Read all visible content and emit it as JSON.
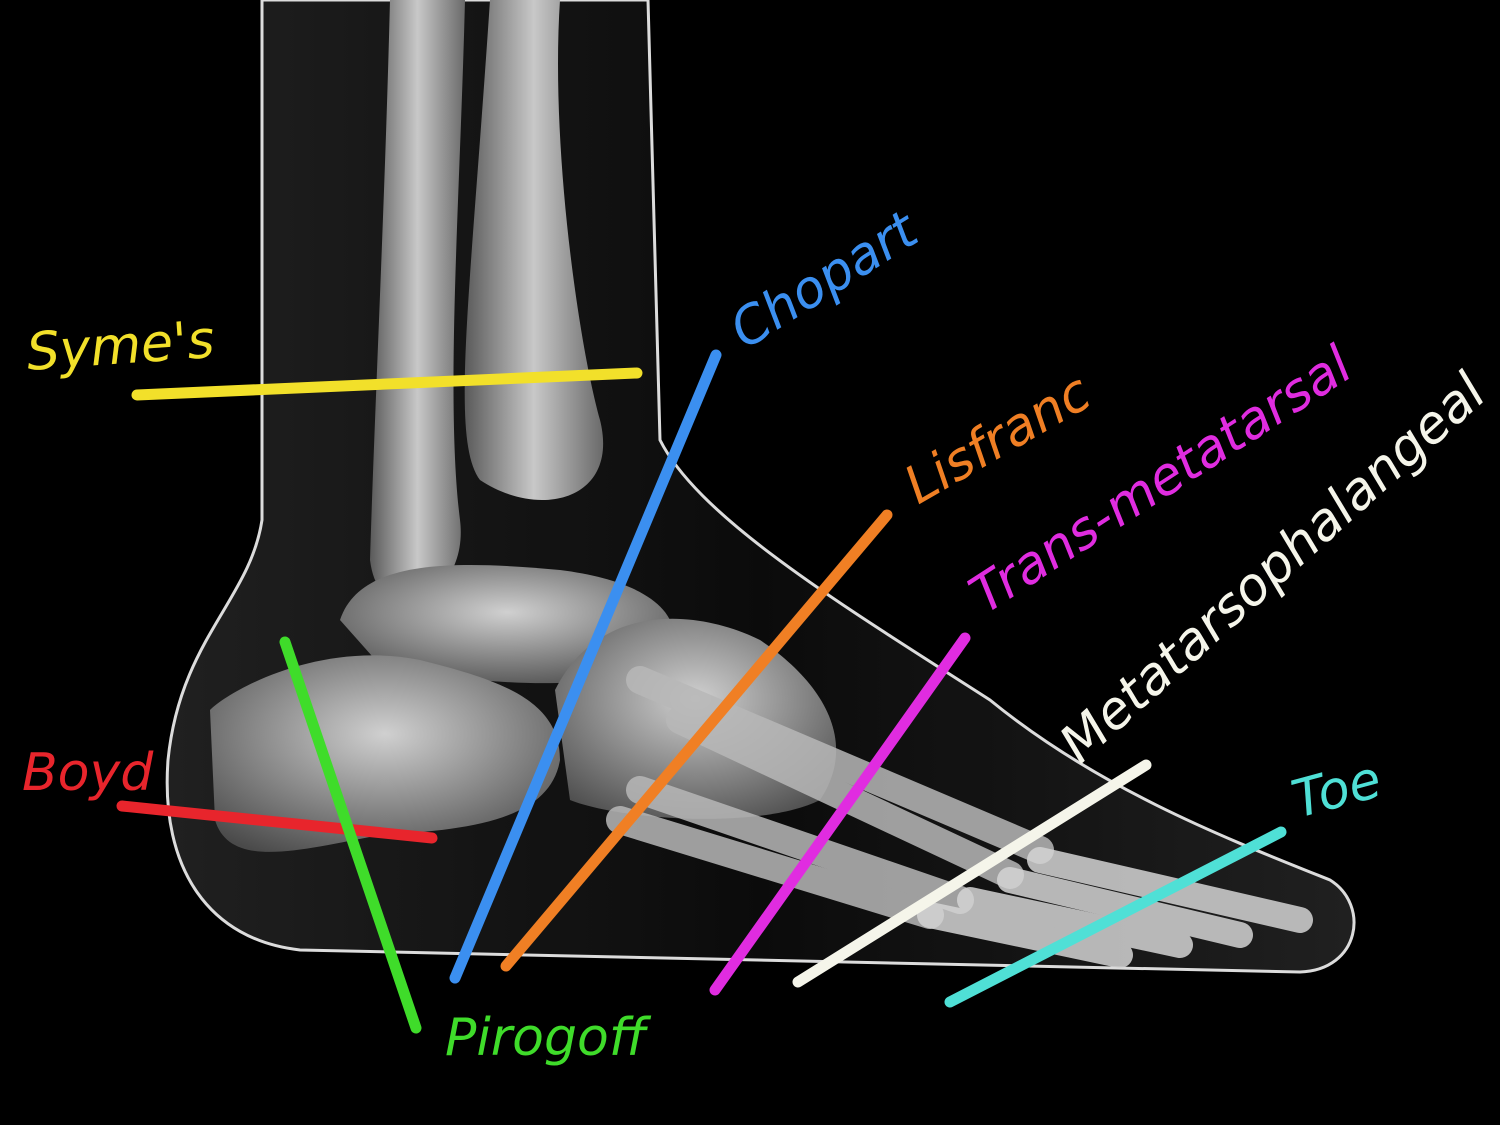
{
  "title": "Foot amputation levels",
  "levels": [
    {
      "name": "Syme's",
      "color": "#f2e02a"
    },
    {
      "name": "Boyd",
      "color": "#e8252c"
    },
    {
      "name": "Pirogoff",
      "color": "#3fdc2a"
    },
    {
      "name": "Chopart",
      "color": "#3b8ff0"
    },
    {
      "name": "Lisfranc",
      "color": "#f07f24"
    },
    {
      "name": "Trans-metatarsal",
      "color": "#e02ce0"
    },
    {
      "name": "Metatarsophalangeal",
      "color": "#f5f5ea"
    },
    {
      "name": "Toe",
      "color": "#4fe0d6"
    }
  ]
}
